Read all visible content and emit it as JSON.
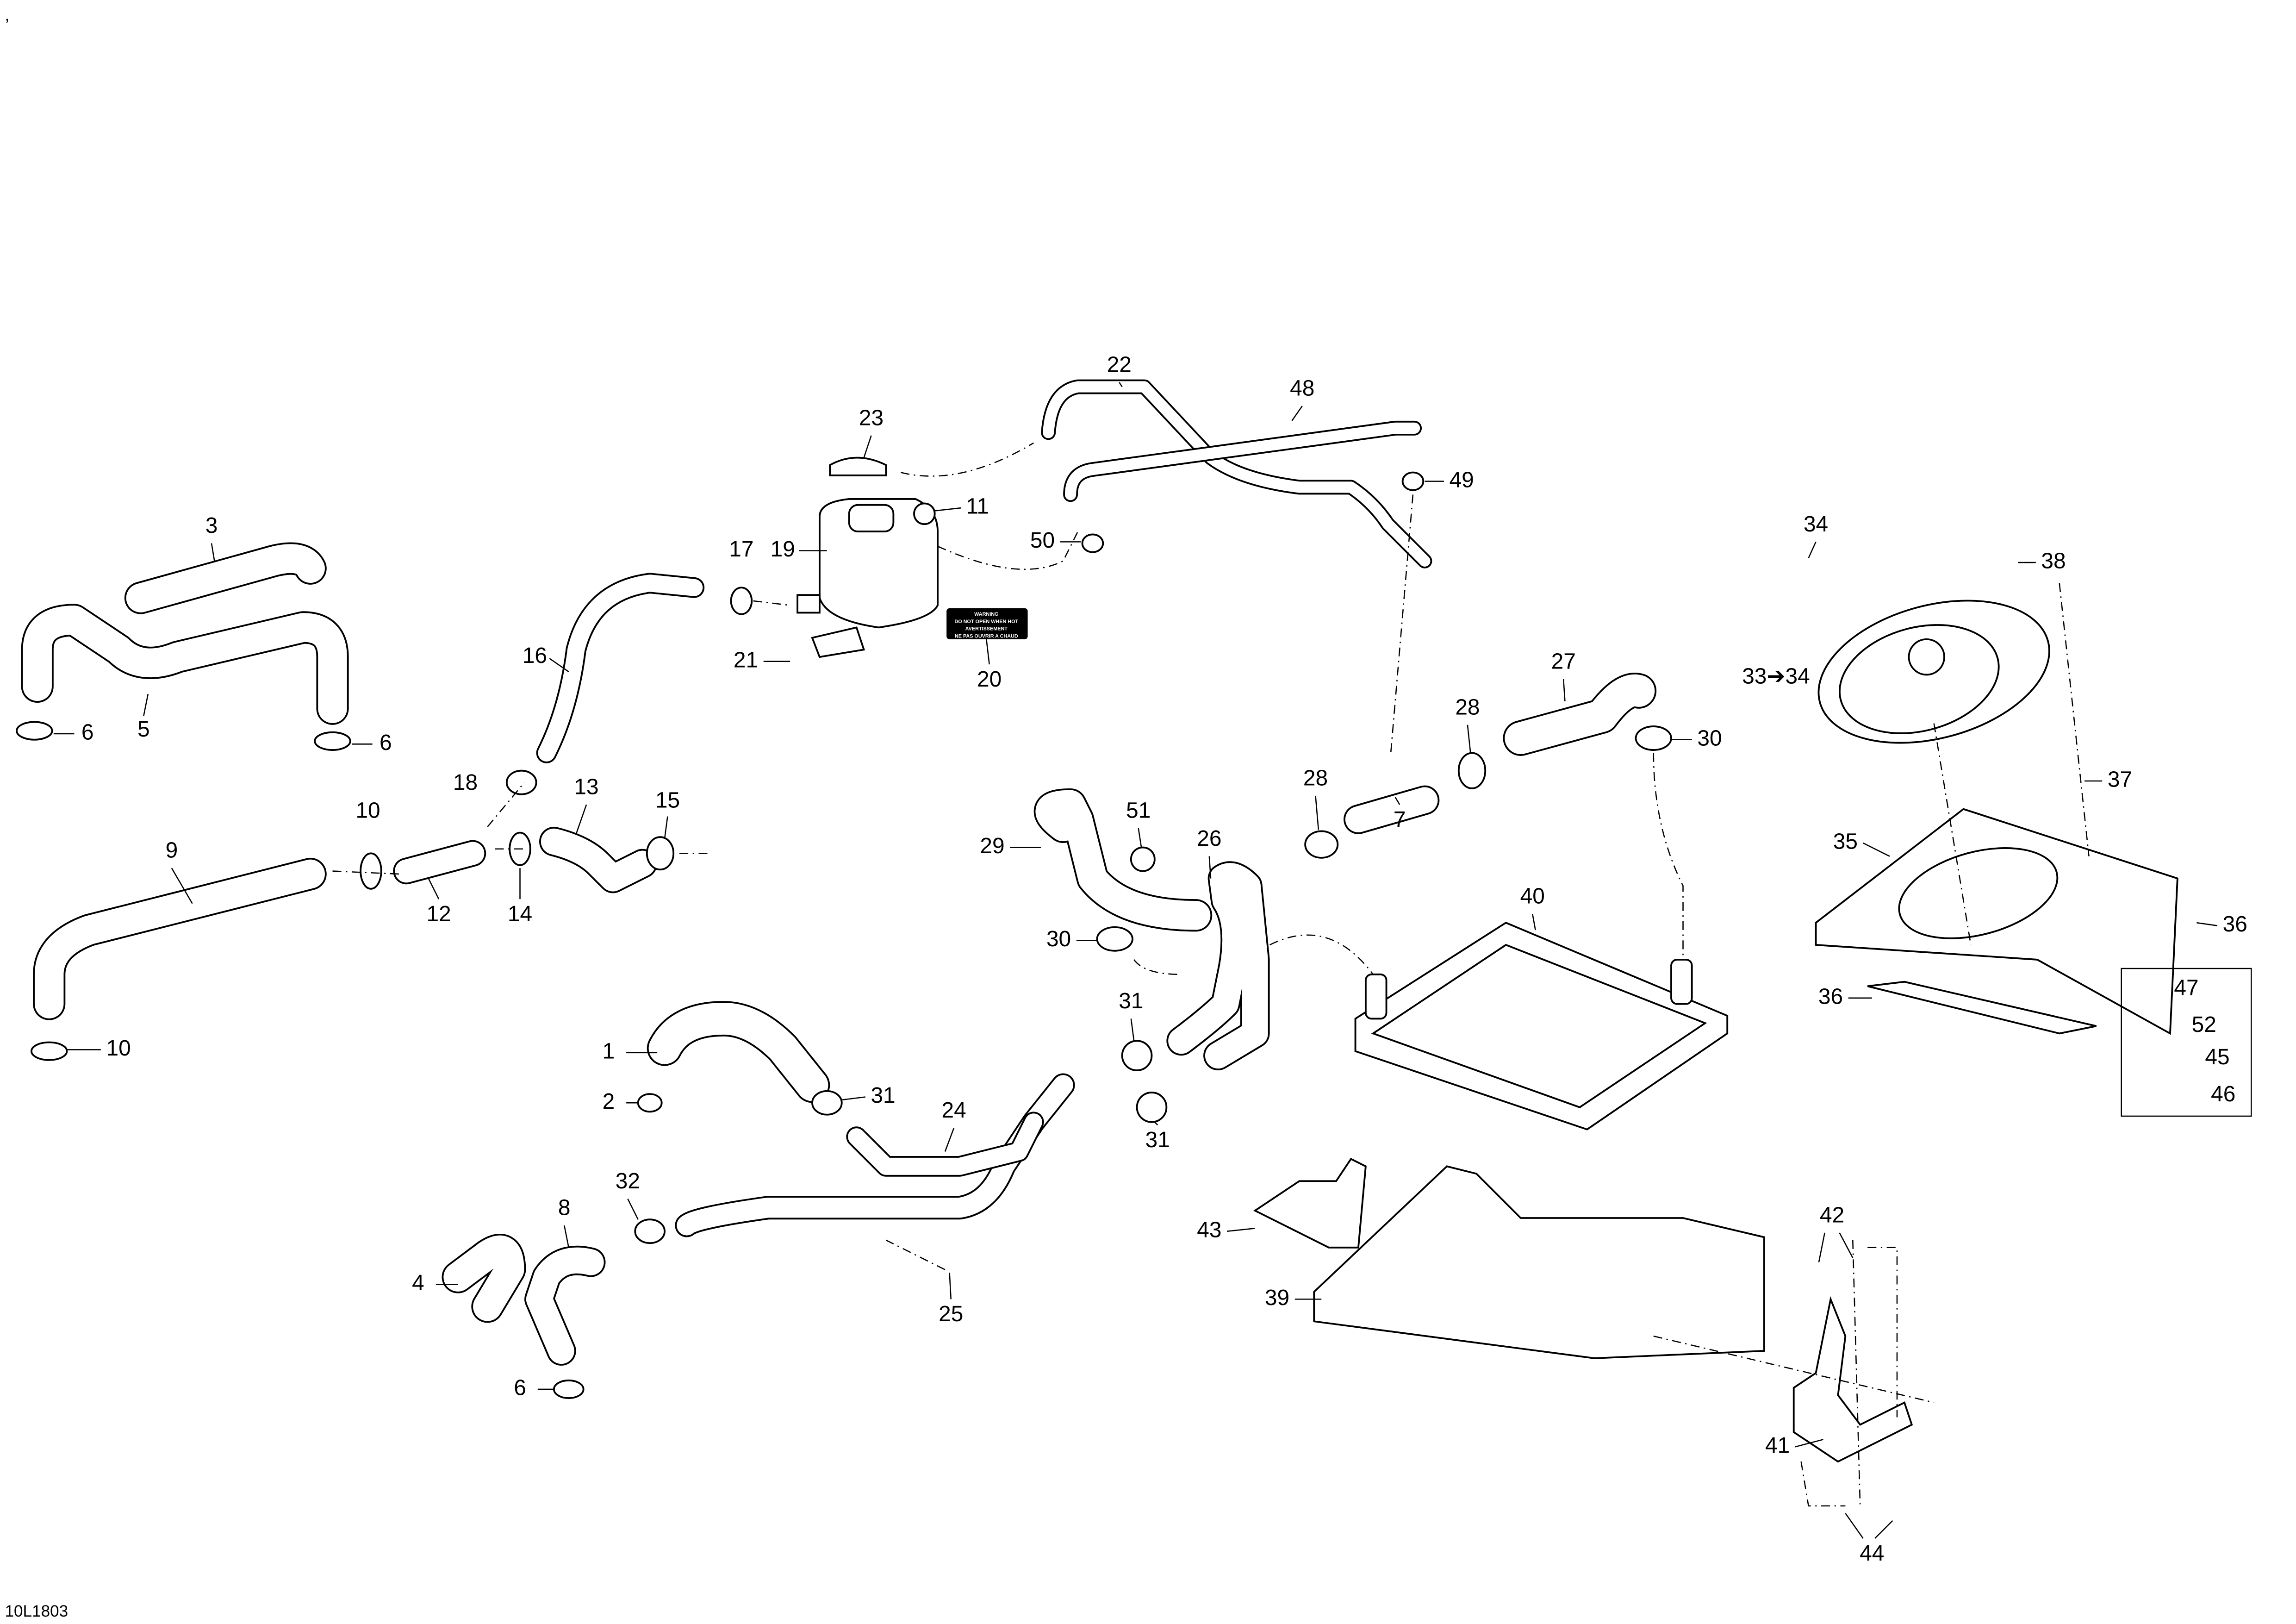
{
  "diagram": {
    "top_mark": ",",
    "drawing_id": "10L1803",
    "warning_label": {
      "line1": "WARNING",
      "line2": "DO NOT OPEN WHEN HOT",
      "line3": "AVERTISSEMENT",
      "line4": "NE PAS OUVRIR A CHAUD"
    },
    "callouts": [
      "3",
      "5",
      "6",
      "6",
      "9",
      "10",
      "10",
      "12",
      "18",
      "13",
      "14",
      "15",
      "16",
      "17",
      "19",
      "21",
      "20",
      "23",
      "11",
      "22",
      "48",
      "50",
      "49",
      "27",
      "28",
      "30",
      "28",
      "7",
      "29",
      "51",
      "26",
      "30",
      "40",
      "31",
      "31",
      "1",
      "2",
      "24",
      "31",
      "32",
      "8",
      "4",
      "25",
      "6",
      "43",
      "39",
      "42",
      "41",
      "44",
      "34",
      "38",
      "33➔34",
      "37",
      "35",
      "36",
      "36",
      "47",
      "52",
      "45",
      "46"
    ]
  }
}
